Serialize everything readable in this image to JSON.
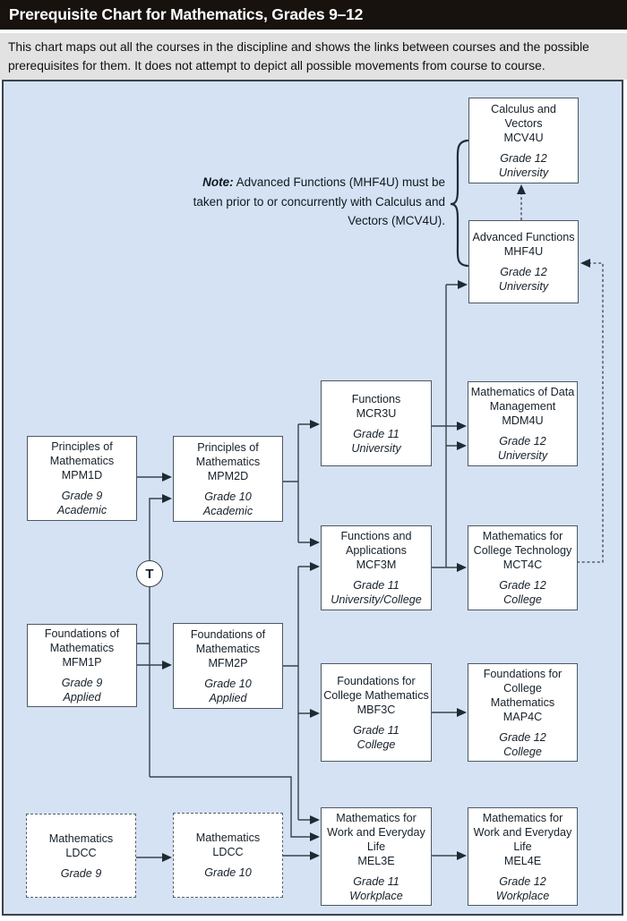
{
  "header": {
    "title": "Prerequisite Chart for Mathematics, Grades 9–12"
  },
  "intro": {
    "text": "This chart maps out all the courses in the discipline and shows the links between courses and the possible prerequisites for them. It does not attempt to depict all possible movements from course to course."
  },
  "note": {
    "label": "Note:",
    "text": " Advanced Functions (MHF4U) must be taken prior to or concurrently with Calculus and Vectors (MCV4U)."
  },
  "transfer": {
    "label": "T"
  },
  "colors": {
    "header_bg": "#17120e",
    "intro_bg": "#e2e2e2",
    "chart_bg": "#d4e2f3",
    "line": "#39434d",
    "box_bg": "#ffffff",
    "box_border": "#4c5863"
  },
  "courses": [
    {
      "name": "Calculus and Vectors",
      "code": "MCV4U",
      "grade": "Grade 12",
      "level": "University",
      "border": "solid"
    },
    {
      "name": "Advanced Functions",
      "code": "MHF4U",
      "grade": "Grade 12",
      "level": "University",
      "border": "solid"
    },
    {
      "name": "Functions",
      "code": "MCR3U",
      "grade": "Grade 11",
      "level": "University",
      "border": "solid"
    },
    {
      "name": "Mathematics of Data Management",
      "code": "MDM4U",
      "grade": "Grade 12",
      "level": "University",
      "border": "solid"
    },
    {
      "name": "Principles of Mathematics",
      "code": "MPM1D",
      "grade": "Grade 9",
      "level": "Academic",
      "border": "solid"
    },
    {
      "name": "Principles of Mathematics",
      "code": "MPM2D",
      "grade": "Grade 10",
      "level": "Academic",
      "border": "solid"
    },
    {
      "name": "Functions and Applications",
      "code": "MCF3M",
      "grade": "Grade 11",
      "level": "University/College",
      "border": "solid"
    },
    {
      "name": "Mathematics for College Technology",
      "code": "MCT4C",
      "grade": "Grade 12",
      "level": "College",
      "border": "solid"
    },
    {
      "name": "Foundations of Mathematics",
      "code": "MFM1P",
      "grade": "Grade 9",
      "level": "Applied",
      "border": "solid"
    },
    {
      "name": "Foundations of Mathematics",
      "code": "MFM2P",
      "grade": "Grade 10",
      "level": "Applied",
      "border": "solid"
    },
    {
      "name": "Foundations for College Mathematics",
      "code": "MBF3C",
      "grade": "Grade 11",
      "level": "College",
      "border": "solid"
    },
    {
      "name": "Foundations for College Mathematics",
      "code": "MAP4C",
      "grade": "Grade 12",
      "level": "College",
      "border": "solid"
    },
    {
      "name": "Mathematics",
      "code": "LDCC",
      "grade": "Grade 9",
      "level": "",
      "border": "dashed"
    },
    {
      "name": "Mathematics",
      "code": "LDCC",
      "grade": "Grade 10",
      "level": "",
      "border": "dashed"
    },
    {
      "name": "Mathematics for Work and Everyday Life",
      "code": "MEL3E",
      "grade": "Grade 11",
      "level": "Workplace",
      "border": "solid"
    },
    {
      "name": "Mathematics for Work and Everyday Life",
      "code": "MEL4E",
      "grade": "Grade 12",
      "level": "Workplace",
      "border": "solid"
    }
  ],
  "edges": [
    {
      "from": "MPM1D",
      "to": "MPM2D",
      "style": "solid"
    },
    {
      "from": "MFM1P",
      "to": "MPM2D",
      "style": "solid",
      "via": "T (transfer course)"
    },
    {
      "from": "MFM1P",
      "to": "MFM2P",
      "style": "solid"
    },
    {
      "from": "MFM1P",
      "to": "MEL3E",
      "style": "solid"
    },
    {
      "from": "MPM2D",
      "to": "MCR3U",
      "style": "solid"
    },
    {
      "from": "MPM2D",
      "to": "MCF3M",
      "style": "solid"
    },
    {
      "from": "MFM2P",
      "to": "MCF3M",
      "style": "solid"
    },
    {
      "from": "MFM2P",
      "to": "MBF3C",
      "style": "solid"
    },
    {
      "from": "MFM2P",
      "to": "MEL3E",
      "style": "solid"
    },
    {
      "from": "MCR3U",
      "to": "MHF4U",
      "style": "solid"
    },
    {
      "from": "MCR3U",
      "to": "MDM4U",
      "style": "solid"
    },
    {
      "from": "MCF3M",
      "to": "MDM4U",
      "style": "solid"
    },
    {
      "from": "MCF3M",
      "to": "MCT4C",
      "style": "solid"
    },
    {
      "from": "MHF4U",
      "to": "MCV4U",
      "style": "dashed"
    },
    {
      "from": "MCT4C",
      "to": "MHF4U",
      "style": "dashed"
    },
    {
      "from": "MBF3C",
      "to": "MAP4C",
      "style": "solid"
    },
    {
      "from": "LDCC Grade 9",
      "to": "LDCC Grade 10",
      "style": "solid"
    },
    {
      "from": "LDCC Grade 10",
      "to": "MEL3E",
      "style": "solid"
    },
    {
      "from": "MEL3E",
      "to": "MEL4E",
      "style": "solid"
    }
  ]
}
